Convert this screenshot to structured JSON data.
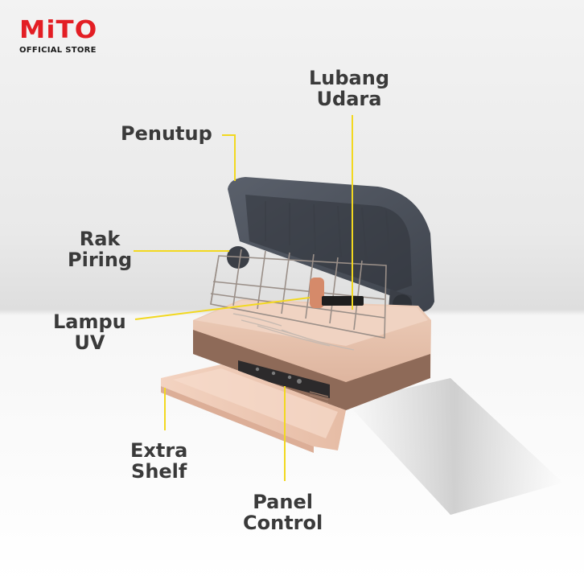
{
  "brand": {
    "logo_text": "MiTO",
    "subtitle": "OFFICIAL STORE",
    "accent_color": "#e31e24"
  },
  "callout_line_color": "#f2d820",
  "labels": {
    "lubang_udara": "Lubang\nUdara",
    "penutup": "Penutup",
    "rak_piring": "Rak\nPiring",
    "lampu_uv": "Lampu\nUV",
    "extra_shelf": "Extra\nShelf",
    "panel_control": "Panel\nControl"
  },
  "product": {
    "lid_color": "#4a4f59",
    "body_color": "#e6c1ac",
    "trim_color": "#8e6a58"
  }
}
